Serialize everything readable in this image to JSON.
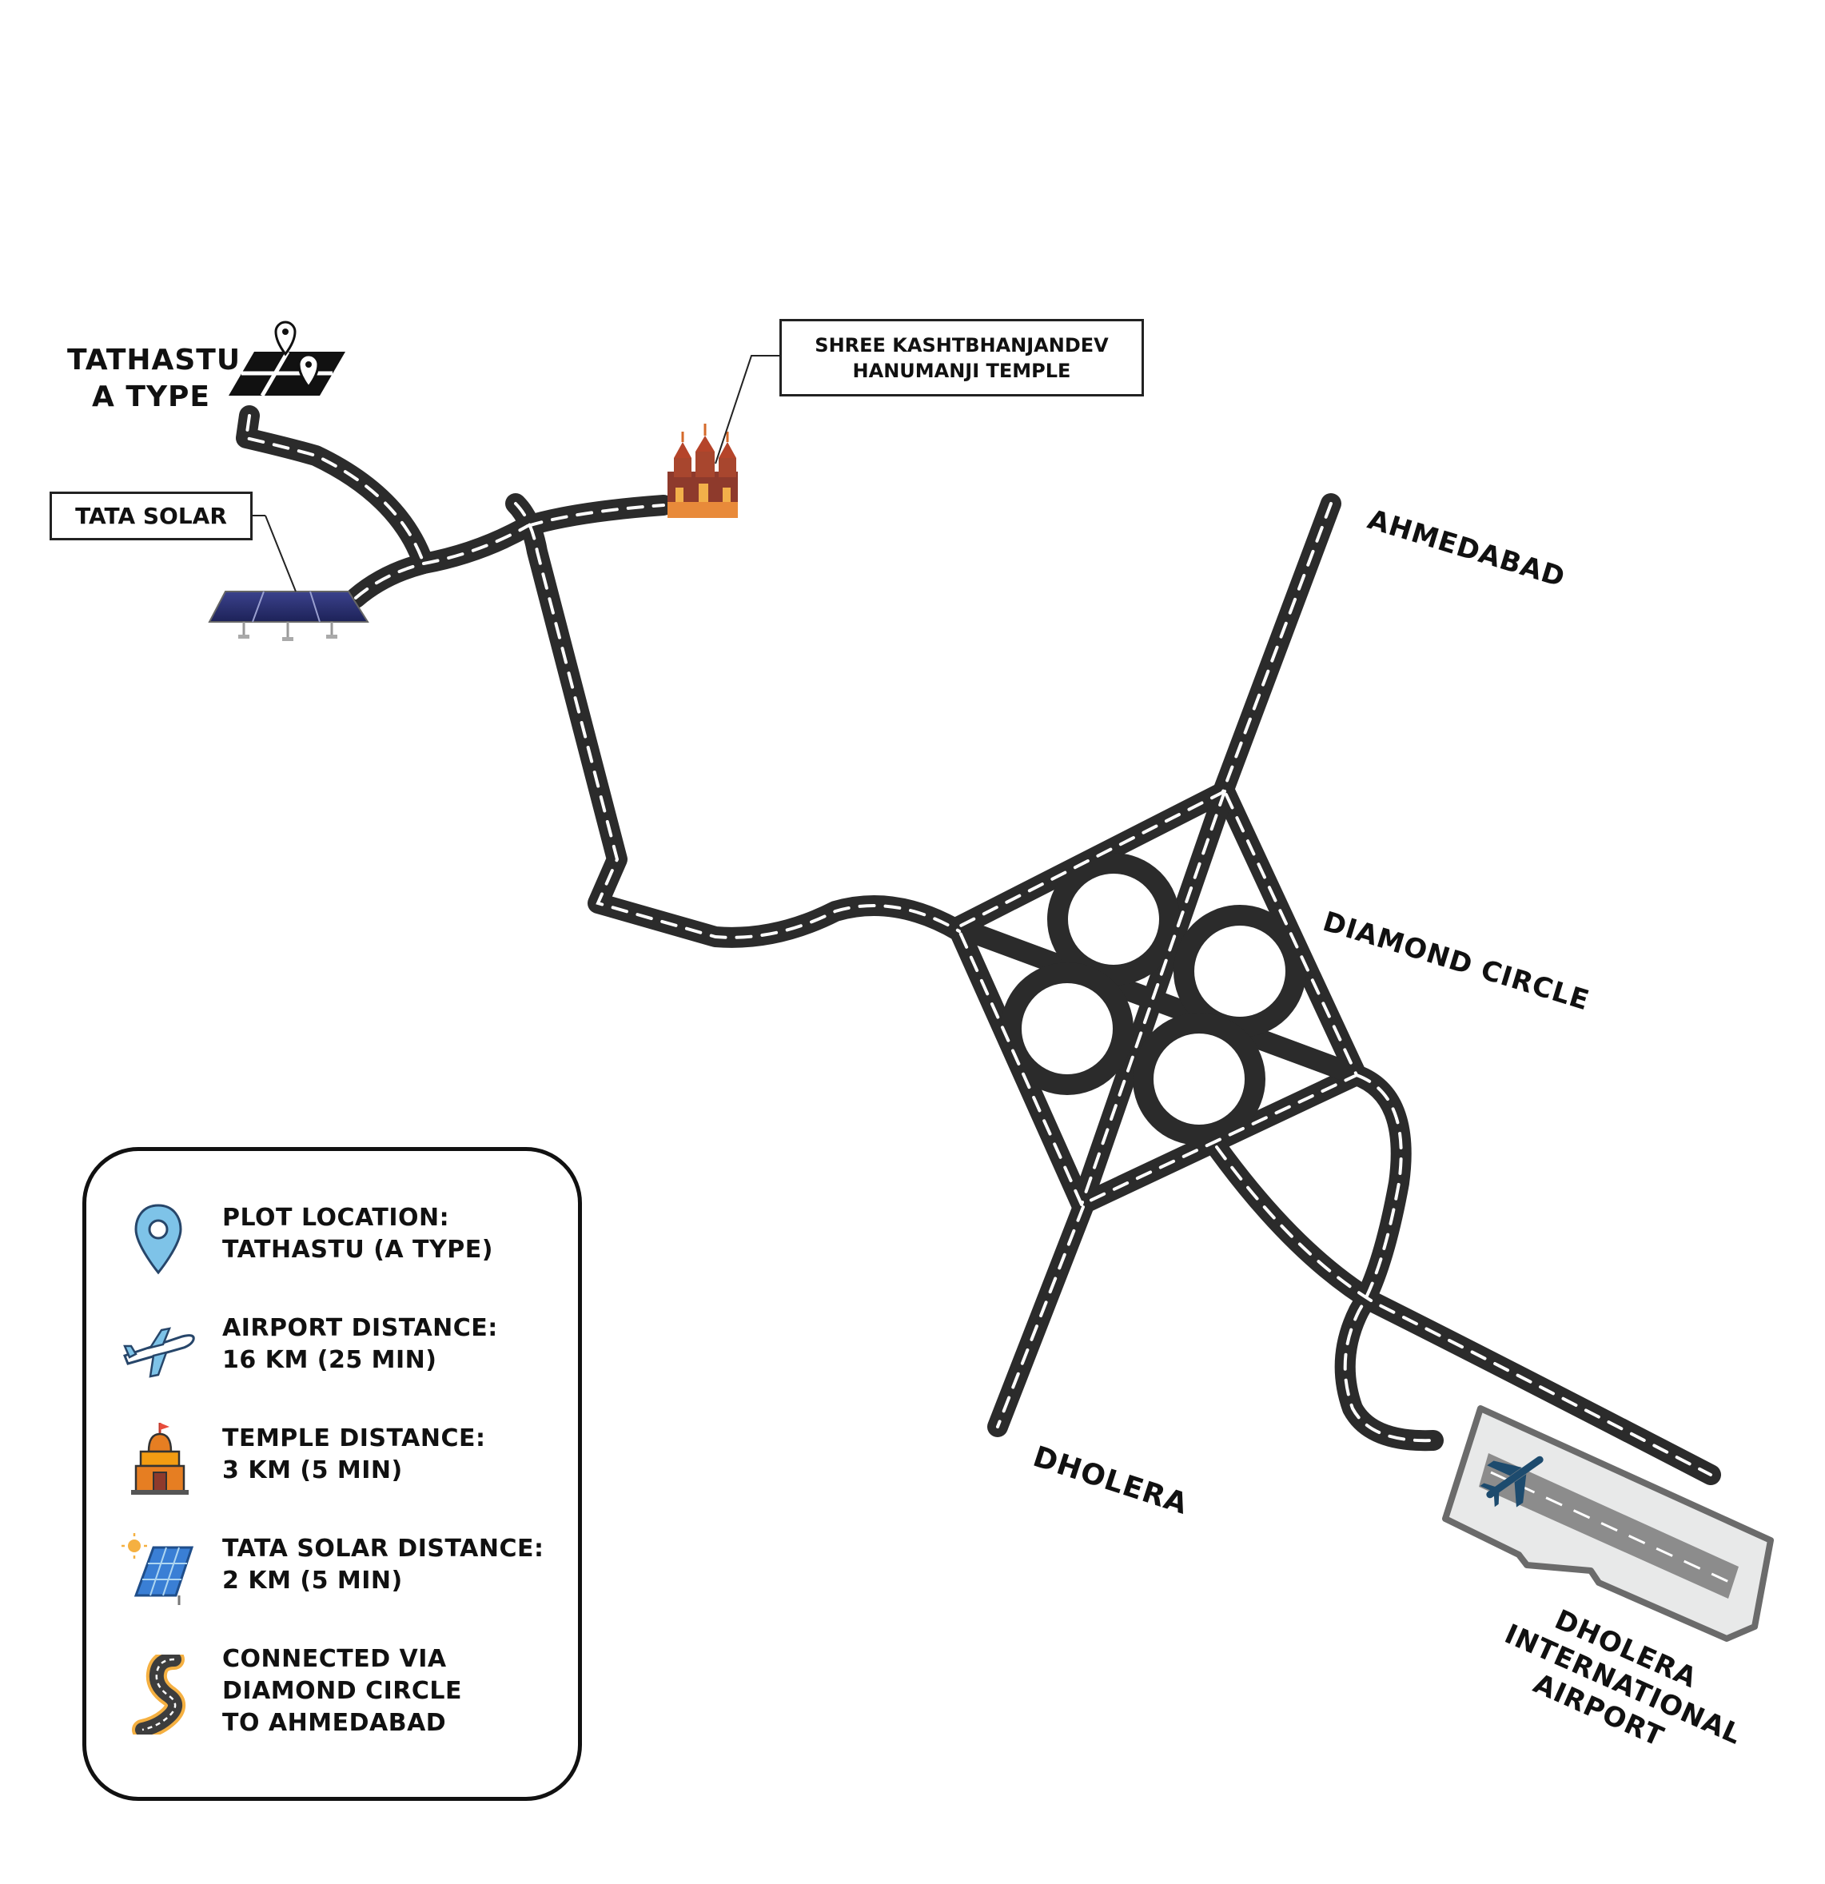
{
  "labels": {
    "plot": [
      "TATHASTU",
      "A TYPE"
    ],
    "tata_solar": "TATA SOLAR",
    "temple": [
      "SHREE KASHTBHANJANDEV",
      "HANUMANJI TEMPLE"
    ],
    "ahmedabad": "AHMEDABAD",
    "diamond_circle": "DIAMOND CIRCLE",
    "dholera": "DHOLERA",
    "airport": [
      "DHOLERA",
      "INTERNATIONAL",
      "AIRPORT"
    ]
  },
  "legend": [
    {
      "icon": "map-pin-icon",
      "lines": [
        "PLOT LOCATION:",
        "TATHASTU (A TYPE)"
      ]
    },
    {
      "icon": "airplane-icon",
      "lines": [
        "AIRPORT DISTANCE:",
        "16 KM (25 MIN)"
      ]
    },
    {
      "icon": "temple-icon",
      "lines": [
        "TEMPLE DISTANCE:",
        "3 KM (5 MIN)"
      ]
    },
    {
      "icon": "solar-panel-icon",
      "lines": [
        "TATA SOLAR DISTANCE:",
        "2 KM (5 MIN)"
      ]
    },
    {
      "icon": "road-icon",
      "lines": [
        "CONNECTED VIA",
        "DIAMOND CIRCLE",
        "TO AHMEDABAD"
      ]
    }
  ],
  "colors": {
    "road": "#2b2b2b",
    "road_marking": "#ffffff",
    "temple": "#b5442a",
    "solar": "#2c3270",
    "airport_fill": "#e8e9e9",
    "runway": "#8c8c8c",
    "plane": "#1d4b6e"
  }
}
